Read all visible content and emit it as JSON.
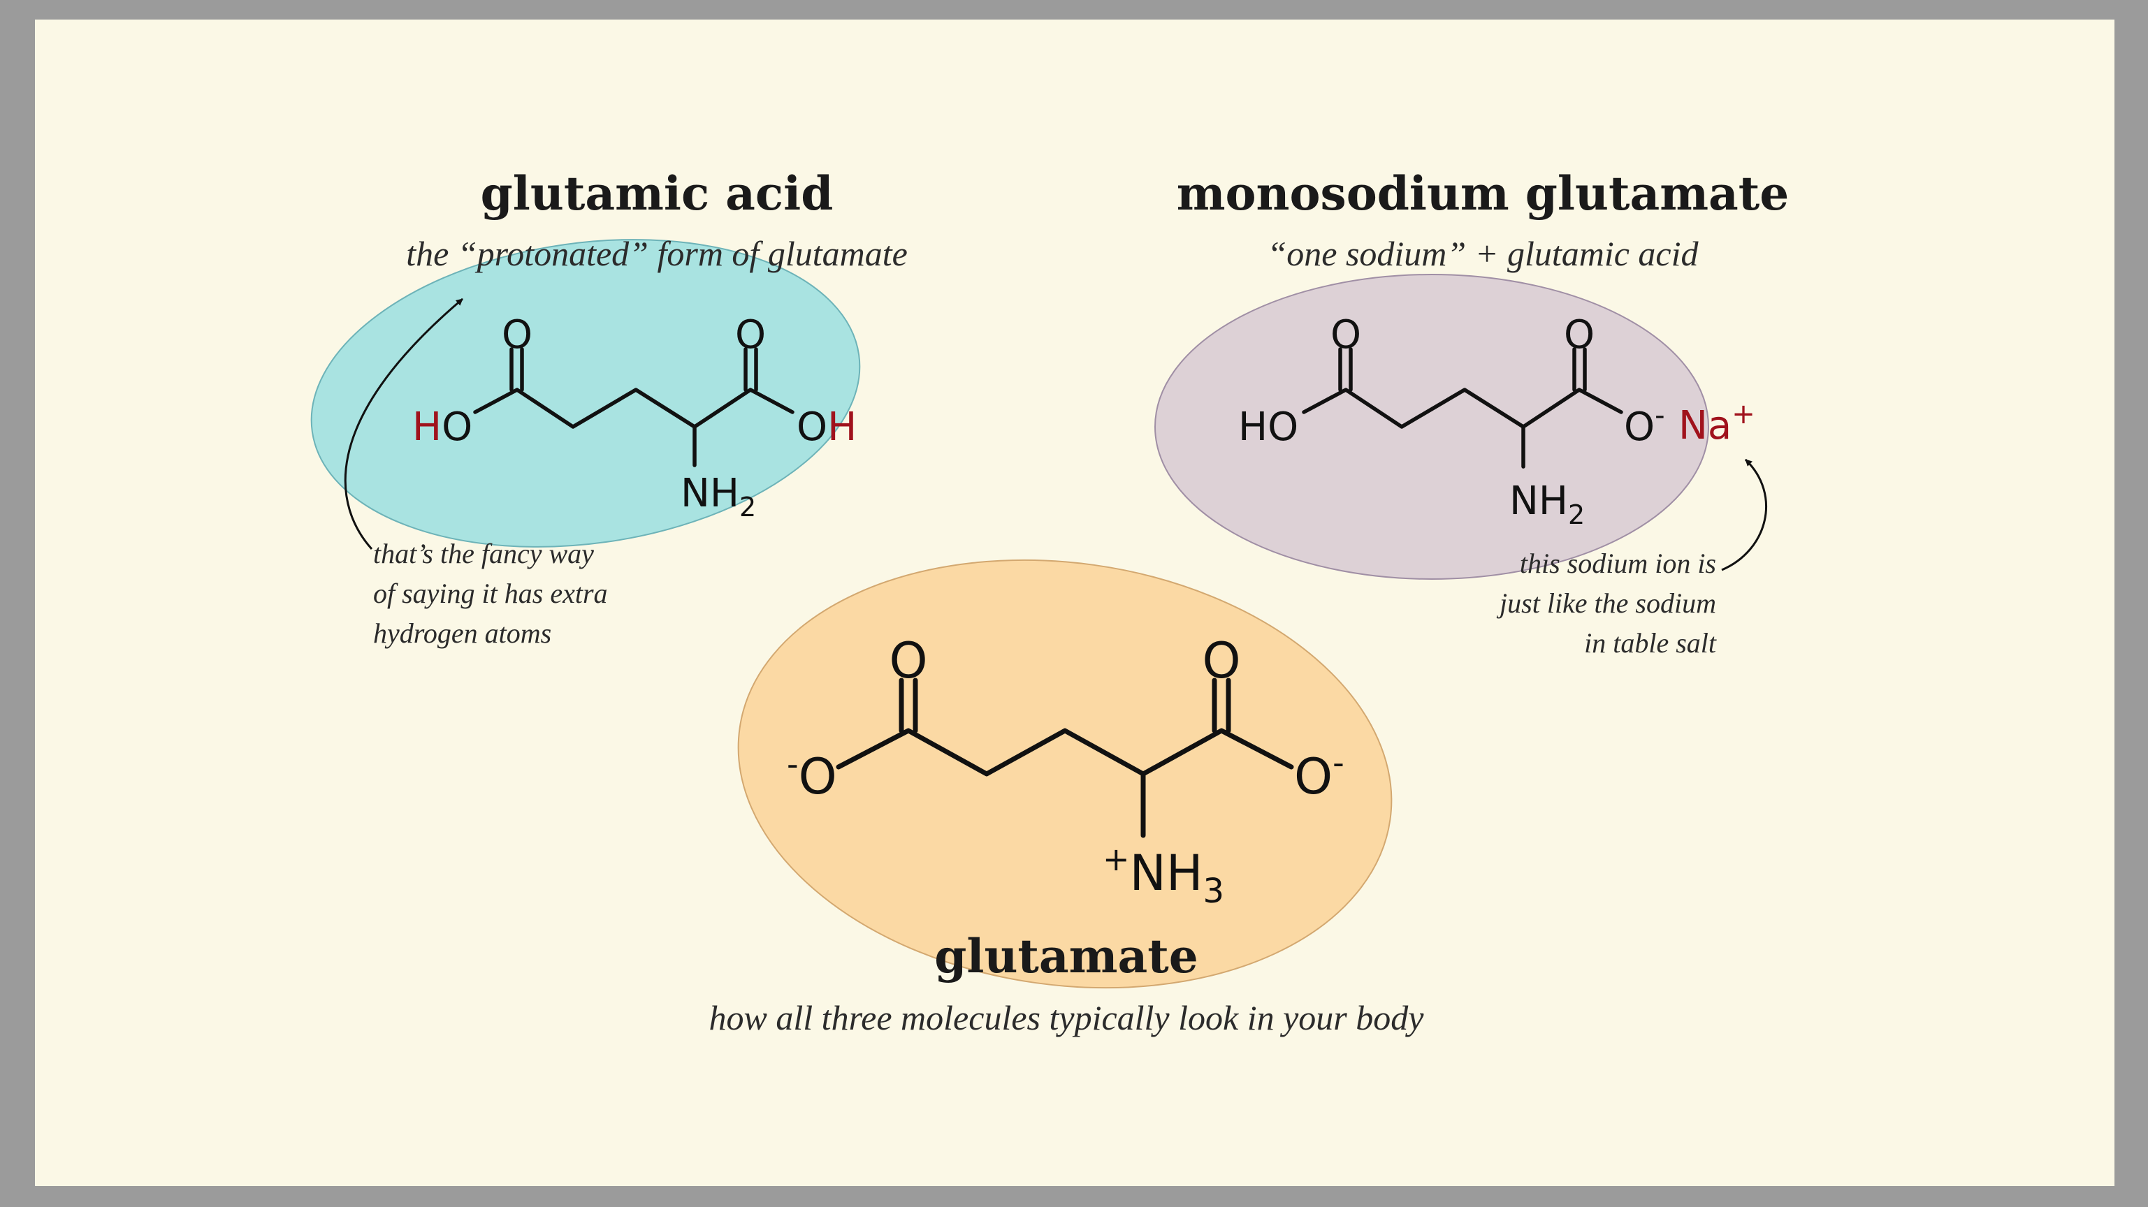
{
  "glutamic_acid": {
    "title": "glutamic acid",
    "subtitle": "the “protonated” form of glutamate",
    "left_group": "HO",
    "right_group_o": "O",
    "right_group_h": "H",
    "top_o_left": "O",
    "top_o_right": "O",
    "amine": "NH",
    "amine_sub": "2",
    "note_lines": [
      "that’s the fancy way",
      "of saying it has extra",
      "hydrogen atoms"
    ],
    "ellipse_color": "#a9e3e1"
  },
  "monosodium_glutamate": {
    "title": "monosodium glutamate",
    "subtitle": "“one sodium” + glutamic acid",
    "left_group": "HO",
    "right_group": "O",
    "right_charge": "-",
    "top_o_left": "O",
    "top_o_right": "O",
    "amine": "NH",
    "amine_sub": "2",
    "ion": "Na",
    "ion_charge": "+",
    "note_lines": [
      "this sodium ion is",
      "just like the sodium",
      "in table salt"
    ],
    "ellipse_color": "#ddd1d6"
  },
  "glutamate": {
    "title": "glutamate",
    "subtitle": "how all three molecules typically look in your body",
    "left_charge": "-",
    "left_group": "O",
    "right_group": "O",
    "right_charge": "-",
    "top_o_left": "O",
    "top_o_right": "O",
    "amine_charge": "+",
    "amine": "NH",
    "amine_sub": "3",
    "ellipse_color": "#fbd9a4"
  }
}
